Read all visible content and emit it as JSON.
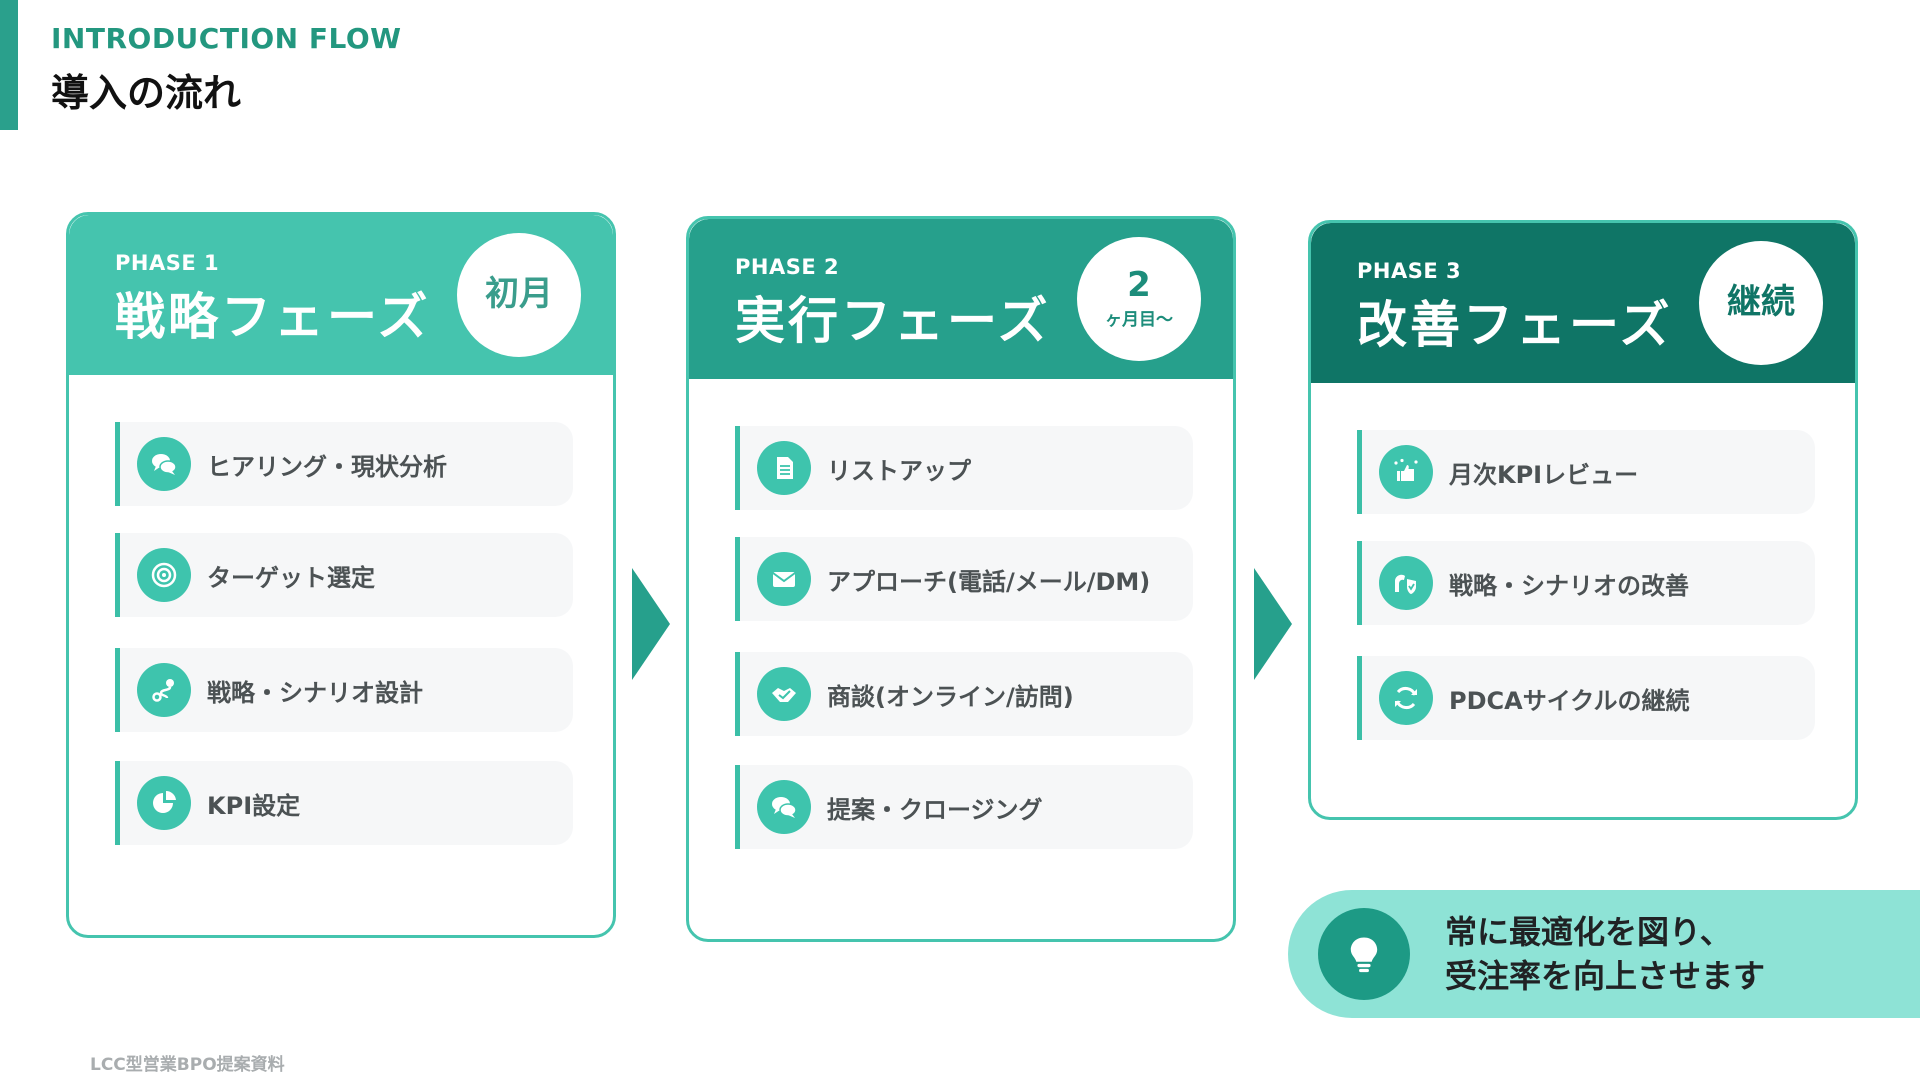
{
  "header": {
    "eyebrow": "INTRODUCTION FLOW",
    "title": "導入の流れ"
  },
  "colors": {
    "accent": "#2aa08c",
    "phase1": "#45c4ae",
    "phase2": "#26a08c",
    "phase3": "#0f7566",
    "callout_bg": "#8ee3d6",
    "item_bg": "#f6f7f8"
  },
  "phases": [
    {
      "label": "PHASE 1",
      "name": "戦略フェーズ",
      "badge_main": "初月",
      "badge_sub": "",
      "items": [
        {
          "icon": "chat-bubbles-icon",
          "label": "ヒアリング・現状分析"
        },
        {
          "icon": "target-icon",
          "label": "ターゲット選定"
        },
        {
          "icon": "route-icon",
          "label": "戦略・シナリオ設計"
        },
        {
          "icon": "pie-chart-icon",
          "label": "KPI設定"
        }
      ]
    },
    {
      "label": "PHASE 2",
      "name": "実行フェーズ",
      "badge_main": "2",
      "badge_sub": "ヶ月目〜",
      "items": [
        {
          "icon": "document-icon",
          "label": "リストアップ"
        },
        {
          "icon": "envelope-icon",
          "label": "アプローチ(電話/メール/DM)"
        },
        {
          "icon": "handshake-icon",
          "label": "商談(オンライン/訪問)"
        },
        {
          "icon": "chat-bubbles-icon",
          "label": "提案・クロージング"
        }
      ]
    },
    {
      "label": "PHASE 3",
      "name": "改善フェーズ",
      "badge_main": "継続",
      "badge_sub": "",
      "items": [
        {
          "icon": "thumbs-up-stars-icon",
          "label": "月次KPIレビュー"
        },
        {
          "icon": "shield-hand-icon",
          "label": "戦略・シナリオの改善"
        },
        {
          "icon": "cycle-icon",
          "label": "PDCAサイクルの継続"
        }
      ]
    }
  ],
  "callout": {
    "icon": "lightbulb-icon",
    "line1": "常に最適化を図り、",
    "line2": "受注率を向上させます"
  },
  "footer": {
    "text": "LCC型営業BPO提案資料"
  }
}
